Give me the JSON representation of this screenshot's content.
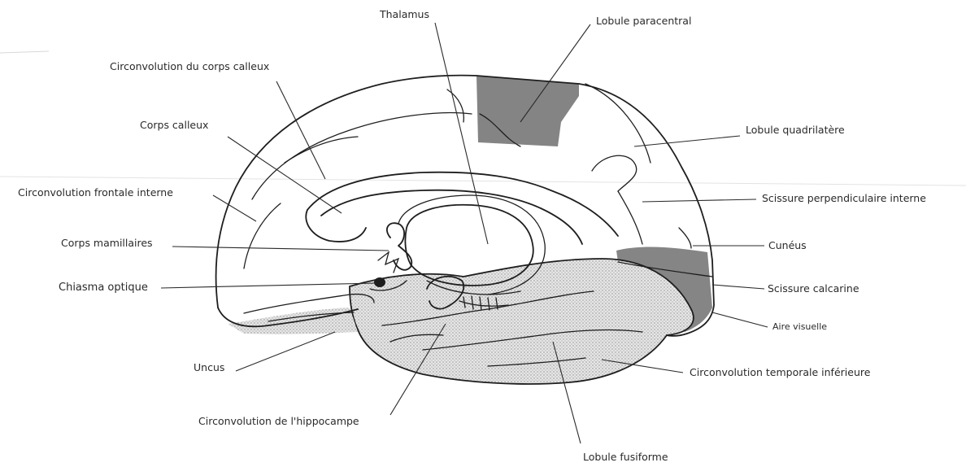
{
  "labels": {
    "thalamus": "Thalamus",
    "lobule_paracentral": "Lobule paracentral",
    "circonvolution_corps_calleux": "Circonvolution du corps calleux",
    "corps_calleux": "Corps calleux",
    "lobule_quadrilatere": "Lobule quadrilatère",
    "circonvolution_frontale_interne": "Circonvolution frontale interne",
    "scissure_perpendiculaire_interne": "Scissure perpendiculaire interne",
    "corps_mamillaires": "Corps mamillaires",
    "cuneus": "Cunéus",
    "chiasma_optique": "Chiasma optique",
    "scissure_calcarine": "Scissure calcarine",
    "aire_visuelle": "Aire visuelle",
    "uncus": "Uncus",
    "circonvolution_temporale_inferieure": "Circonvolution temporale inférieure",
    "circonvolution_hippocampe": "Circonvolution de l'hippocampe",
    "lobule_fusiforme": "Lobule fusiforme"
  },
  "colors": {
    "outline": "#1e1e1e",
    "dark_shading": "#6e6e6e",
    "stipple_fill": "#d4d4d4",
    "text": "#2a2a2a"
  }
}
